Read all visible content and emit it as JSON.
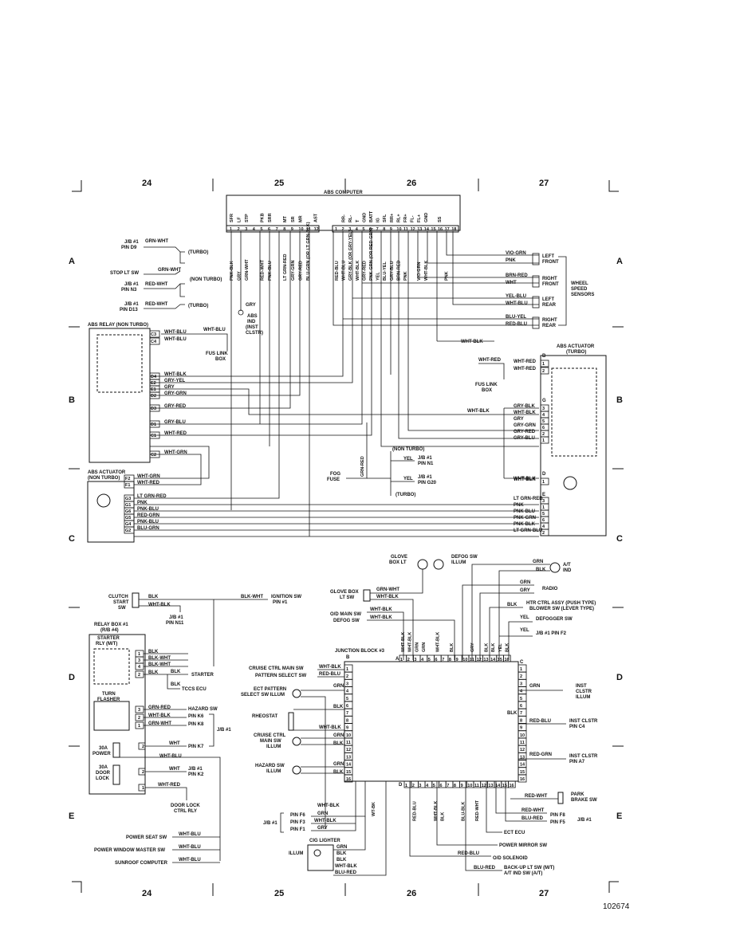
{
  "columns": [
    "24",
    "25",
    "26",
    "27"
  ],
  "rows": [
    "A",
    "B",
    "C",
    "D",
    "E"
  ],
  "figure_number": "102674",
  "abs_computer": {
    "title": "ABS COMPUTER",
    "left_terms": [
      "SFR",
      "LF",
      "STP",
      "",
      "PKB",
      "SRR",
      "",
      "MT",
      "SR",
      "MR",
      "",
      "AST"
    ],
    "right_terms": [
      "",
      "RR-",
      "RL-",
      "T",
      "GND",
      "BATT",
      "IG",
      "SFL",
      "RR+",
      "RL+",
      "FR+",
      "FL-",
      "FL+",
      "GND",
      "",
      "SS"
    ],
    "left_pins": [
      "1",
      "2",
      "3",
      "4",
      "5",
      "6",
      "7",
      "8",
      "9",
      "10",
      "11",
      "12"
    ],
    "right_pins": [
      "1",
      "2",
      "3",
      "4",
      "5",
      "6",
      "7",
      "8",
      "9",
      "10",
      "11",
      "12",
      "13",
      "14",
      "15",
      "16",
      "17",
      "18"
    ],
    "left_wires": [
      "PNK-BLK",
      "GRY",
      "GRN-WHT",
      "",
      "RED-WHT",
      "PNK-BLU",
      "",
      "LT GRN-RED",
      "GRY-GRN",
      "GRY-RED",
      "BLU-GRN (OR LT GRN-BLK)",
      ""
    ],
    "right_wires": [
      "RED-BLU",
      "WHT-BLU",
      "GRY-BLK (OR GRY-YEL)",
      "WHT-BLK",
      "GRY-RED",
      "PNK-GRN (OR RED-GRN)",
      "YEL",
      "BLU-YEL",
      "GRY-BLU",
      "BRN-RED",
      "PNK",
      "",
      "VIO-GRN",
      "WHT-BLK",
      "",
      "",
      "PNK",
      ""
    ]
  },
  "top_left": {
    "jb1_d9": "J/B #1\nPIN D9",
    "stop_lt_sw": "STOP LT SW",
    "jb1_n3": "J/B #1\nPIN N3",
    "jb1_d13": "J/B #1\nPIN D13",
    "grn_wht": "GRN-WHT",
    "red_wht": "RED-WHT",
    "turbo": "(TURBO)",
    "non_turbo": "(NON TURBO)",
    "gry": "GRY",
    "abs_ind": "ABS\nIND\n(INST\nCLSTR)",
    "abs_relay": "ABS RELAY (NON TURBO)",
    "fus_link_box": "FUS LINK\nBOX",
    "wht_blu": "WHT-BLU"
  },
  "abs_relay_pins": [
    {
      "pin": "C3",
      "wire": "WHT-BLU"
    },
    {
      "pin": "C4",
      "wire": "WHT-BLU"
    },
    {
      "pin": "D4",
      "wire": "WHT-BLK"
    },
    {
      "pin": "E2",
      "wire": "GRY-YEL"
    },
    {
      "pin": "E1",
      "wire": "GRY"
    },
    {
      "pin": "D2",
      "wire": "GRY-GRN"
    },
    {
      "pin": "D3",
      "wire": "GRY-RED"
    },
    {
      "pin": "D1",
      "wire": "GRY-BLU"
    },
    {
      "pin": "C1",
      "wire": "WHT-RED"
    },
    {
      "pin": "C2",
      "wire": "WHT-GRN"
    }
  ],
  "abs_actuator_non_turbo": {
    "title": "ABS ACTUATOR\n(NON TURBO)",
    "pins": [
      {
        "pin": "F2",
        "wire": "WHT-GRN"
      },
      {
        "pin": "F1",
        "wire": "WHT-RED"
      },
      {
        "pin": "G3",
        "wire": "LT GRN-RED"
      },
      {
        "pin": "G1",
        "wire": "PNK"
      },
      {
        "pin": "G6",
        "wire": "PNK-BLU"
      },
      {
        "pin": "G5",
        "wire": "RED-GRN"
      },
      {
        "pin": "G4",
        "wire": "PNK-BLU"
      },
      {
        "pin": "G2",
        "wire": "BLU-GRN"
      }
    ]
  },
  "wheel_sensors": {
    "group": "WHEEL\nSPEED\nSENSORS",
    "sensors": [
      {
        "name": "LEFT\nFRONT",
        "wires": [
          "VIO-GRN",
          "PNK"
        ]
      },
      {
        "name": "RIGHT\nFRONT",
        "wires": [
          "BRN-RED",
          "WHT"
        ]
      },
      {
        "name": "LEFT\nREAR",
        "wires": [
          "YEL-BLU",
          "WHT-BLU"
        ]
      },
      {
        "name": "RIGHT\nREAR",
        "wires": [
          "BLU-YEL",
          "RED-BLU"
        ]
      }
    ]
  },
  "abs_actuator_turbo": {
    "title": "ABS ACTUATOR\n(TURBO)",
    "fus_link_box": "FUS LINK\nBOX",
    "pins": [
      {
        "pin": "1",
        "wire": "WHT-RED",
        "conn": "B"
      },
      {
        "pin": "2",
        "wire": "WHT-RED",
        "conn": "B"
      },
      {
        "pin": "3",
        "wire": "GRY-BLK",
        "conn": "G"
      },
      {
        "pin": "4",
        "wire": "WHT-BLK",
        "conn": "G"
      },
      {
        "pin": "5",
        "wire": "GRY",
        "conn": "G"
      },
      {
        "pin": "6",
        "wire": "GRY-GRN",
        "conn": "G"
      },
      {
        "pin": "2",
        "wire": "GRY-RED",
        "conn": "G"
      },
      {
        "pin": "1",
        "wire": "GRY-BLU",
        "conn": "G"
      },
      {
        "pin": "1",
        "wire": "WHT-BLK",
        "conn": "D"
      },
      {
        "pin": "3",
        "wire": "LT GRN-RED",
        "conn": "E"
      },
      {
        "pin": "1",
        "wire": "PNK",
        "conn": "E"
      },
      {
        "pin": "5",
        "wire": "PNK-BLU",
        "conn": "E"
      },
      {
        "pin": "6",
        "wire": "PNK-GRN",
        "conn": "E"
      },
      {
        "pin": "4",
        "wire": "PNK-BLK",
        "conn": "E"
      },
      {
        "pin": "2",
        "wire": "LT GRN-BLU",
        "conn": "E"
      }
    ],
    "wht_blk": "WHT-BLK",
    "wht_red": "WHT-RED"
  },
  "fog_fuse": {
    "label": "FOG\nFUSE",
    "wire1": "GRN-RED",
    "wire2": "YEL",
    "non_turbo": "(NON TURBO)",
    "turbo": "(TURBO)",
    "jb1_n1": "J/B #1\nPIN N1",
    "jb1_g20": "J/B #1\nPIN G20",
    "yel": "YEL"
  },
  "lower_left": {
    "clutch_start_sw": "CLUTCH\nSTART\nSW",
    "blk": "BLK",
    "wht_blk": "WHT-BLK",
    "jb1_n11": "J/B #1\nPIN N11",
    "blk_wht": "BLK-WHT",
    "ignition_sw": "IGNITION SW\nPIN #1",
    "relay_box": "RELAY BOX #1\n(R/B #4)",
    "starter_rly": "STARTER\nRLY (M/T)",
    "starter": "STARTER",
    "tccs_ecu": "TCCS ECU",
    "turn_flasher": "TURN\nFLASHER",
    "hazard_sw": "HAZARD SW",
    "pin_k6": "PIN K6",
    "pin_k8": "PIN K8",
    "jb1": "J/B #1",
    "pin_k7": "PIN K7",
    "power_30a": "30A\nPOWER",
    "door_lock_30a": "30A\nDOOR\nLOCK",
    "jb1_k2": "J/B #1\nPIN K2",
    "door_lock_ctrl_rly": "DOOR LOCK\nCTRL RLY",
    "power_seat_sw": "POWER SEAT SW",
    "power_window_master_sw": "POWER WINDOW MASTER SW",
    "sunroof_computer": "SUNROOF COMPUTER",
    "wht_blu": "WHT-BLU",
    "wht_red": "WHT-RED",
    "wht": "WHT",
    "starter_pins": [
      {
        "pin": "1",
        "wire": "BLK"
      },
      {
        "pin": "3",
        "wire": "BLK-WHT"
      },
      {
        "pin": "4",
        "wire": "BLK-WHT"
      },
      {
        "pin": "2",
        "wire": "BLK"
      }
    ],
    "flasher_pins": [
      {
        "pin": "3",
        "wire": "GRN-RED"
      },
      {
        "pin": "2",
        "wire": "WHT-BLK"
      },
      {
        "pin": "1",
        "wire": "GRN-WHT"
      }
    ]
  },
  "junction_block": {
    "title": "JUNCTION BLOCK #3",
    "conn_a": "A",
    "conn_b": "B",
    "conn_c": "C",
    "conn_d": "D",
    "a_pins": [
      "1",
      "2",
      "3",
      "4",
      "5",
      "6",
      "7",
      "8",
      "9",
      "10",
      "11",
      "12",
      "13",
      "14",
      "15",
      "16"
    ],
    "d_pins": [
      "1",
      "2",
      "3",
      "4",
      "5",
      "6",
      "7",
      "8",
      "9",
      "10",
      "11",
      "12",
      "13",
      "14",
      "15",
      "16"
    ],
    "c_pins": [
      "1",
      "2",
      "3",
      "4",
      "5",
      "6",
      "7",
      "8",
      "9",
      "10",
      "11",
      "12",
      "13",
      "14",
      "15",
      "16"
    ],
    "b_pins": [
      "1",
      "2",
      "3",
      "4",
      "5",
      "6",
      "7",
      "8",
      "9",
      "10",
      "11",
      "12",
      "13",
      "14",
      "15",
      "16"
    ],
    "a_wires": [
      "WHT-BLK",
      "WHT-BLK",
      "GRN",
      "GRN",
      "",
      "WHT-BLK",
      "",
      "BLK",
      "",
      "",
      "GRY",
      "",
      "BLK",
      "BLK",
      "YEL",
      "BLK"
    ],
    "d_wires": [
      "",
      "RED-BLU",
      "",
      "",
      "WHT-BLK",
      "BLK",
      "",
      "",
      "BLU-BLK",
      "",
      "RED-WHT",
      "",
      "",
      "",
      "",
      ""
    ],
    "glove_box_lt": "GLOVE\nBOX LT",
    "defog_sw_illum": "DEFOG SW\nILLUM",
    "glove_box_lt_sw": "GLOVE BOX\nLT SW",
    "grn_wht": "GRN-WHT",
    "wht_blk": "WHT-BLK",
    "od_main_sw": "O/D MAIN SW",
    "defog_sw": "DEFOG SW",
    "grn": "GRN",
    "blk": "BLK",
    "gry": "GRY",
    "at_ind": "A/T\nIND",
    "radio": "RADIO",
    "htr_ctrl": "HTR CTRL ASSY (PUSH TYPE)\nBLOWER SW (LEVER TYPE)",
    "defogger_sw": "DEFOGGER SW",
    "jb1_f2": "J/B #1 PIN F2",
    "yel": "YEL",
    "cruise_ctrl_main_sw": "CRUISE CTRL MAIN SW",
    "pattern_select_sw": "PATTERN SELECT SW",
    "red_blu": "RED-BLU",
    "ect_pattern": "ECT PATTERN\nSELECT SW ILLUM",
    "rheostat": "RHEOSTAT",
    "cruise_main_illum": "CRUISE CTRL\nMAIN SW\nILLUM",
    "hazard_sw_illum": "HAZARD SW\nILLUM",
    "inst_clstr_illum": "INST\nCLSTR\nILLUM",
    "inst_clstr_c4": "INST CLSTR\nPIN C4",
    "inst_clstr_a7": "INST CLSTR\nPIN A7",
    "red_grn": "RED-GRN",
    "park_brake_sw": "PARK\nBRAKE SW",
    "red_wht": "RED-WHT",
    "blu_red": "BLU-RED",
    "pin_f8": "PIN F8",
    "pin_f5": "PIN F5",
    "jb1": "J/B #1",
    "ect_ecu": "ECT ECU",
    "power_mirror_sw": "POWER MIRROR SW",
    "od_solenoid": "O/D SOLENOID",
    "backup_lt_sw": "BACK-UP LT SW (M/T)\nA/T IND SW (A/T)",
    "pin_f6": "PIN F6",
    "pin_f3": "PIN F3",
    "pin_f1": "PIN F1",
    "cig_lighter": "CIG LIGHTER",
    "illum": "ILLUM",
    "blu_red2": "BLU-RED",
    "wt_bk": "WT-BK"
  }
}
